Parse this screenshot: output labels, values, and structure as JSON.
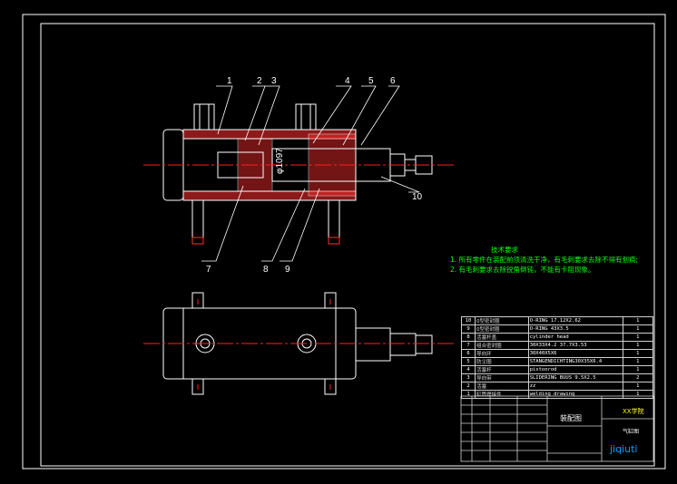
{
  "drawing": {
    "part_numbers": [
      "1",
      "2",
      "3",
      "4",
      "5",
      "6",
      "7",
      "8",
      "9",
      "10"
    ],
    "dimension_label": "φ1097"
  },
  "tech_requirements": {
    "title": "技术要求",
    "lines": [
      "1. 所有零件在装配前须清洗干净，有毛刺要求去除不得有划痕;",
      "2. 有毛刺要求去除锐角倒钝，不能有卡阻现象。"
    ]
  },
  "bom": {
    "rows": [
      {
        "no": "10",
        "code": "O型密封圈",
        "desc": "O-RING 17.12X2.62",
        "qty": "1"
      },
      {
        "no": "9",
        "code": "O型密封圈",
        "desc": "O-RING 43X3.5",
        "qty": "1"
      },
      {
        "no": "8",
        "code": "活塞杆盖",
        "desc": "cylinder head",
        "qty": "1"
      },
      {
        "no": "7",
        "code": "组合密封圈",
        "desc": "30X33X4.2 37.7X3.53",
        "qty": "1"
      },
      {
        "no": "6",
        "code": "导向环",
        "desc": "30X40X5X6",
        "qty": "1"
      },
      {
        "no": "5",
        "code": "防尘圈",
        "desc": "STANGENDICHTING30X35X6.4",
        "qty": "1"
      },
      {
        "no": "4",
        "code": "活塞杆",
        "desc": "pistonrod",
        "qty": "1"
      },
      {
        "no": "3",
        "code": "导向带",
        "desc": "SLIDERING BUUS 9.5X2.5",
        "qty": "2"
      },
      {
        "no": "2",
        "code": "活塞",
        "desc": "zz",
        "qty": "1"
      },
      {
        "no": "1",
        "code": "缸筒焊接件",
        "desc": "welding drawing",
        "qty": "1"
      }
    ]
  },
  "title_block": {
    "assembly_name": "装配图",
    "school": "XX学院",
    "drawing_title": "气缸图",
    "logo": "jiqiuti"
  },
  "colors": {
    "background": "#000000",
    "line": "#ffffff",
    "red_center": "#ff2020",
    "hatch": "#ff4040",
    "tech_text": "#00ff00",
    "logo": "#00a0ff"
  }
}
